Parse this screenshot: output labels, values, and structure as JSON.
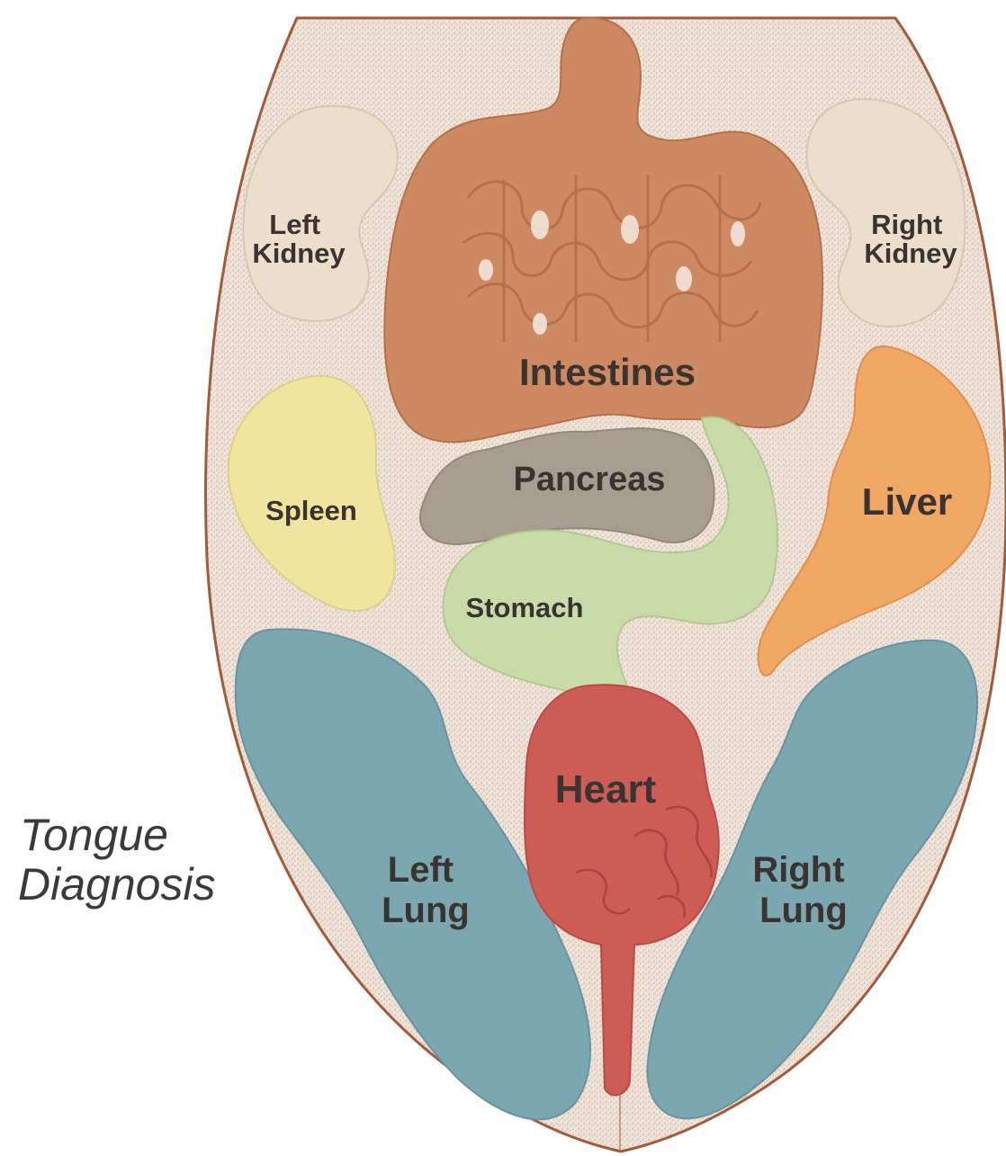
{
  "title": {
    "line1": "Tongue",
    "line2": "Diagnosis"
  },
  "labels": {
    "left_kidney": [
      "Left",
      "Kidney"
    ],
    "right_kidney": [
      "Right",
      "Kidney"
    ],
    "intestines": "Intestines",
    "pancreas": "Pancreas",
    "spleen": "Spleen",
    "liver": "Liver",
    "stomach": "Stomach",
    "heart": "Heart",
    "left_lung": [
      "Left",
      "Lung"
    ],
    "right_lung": [
      "Right",
      "Lung"
    ]
  },
  "colors": {
    "tongue_fill": "#eee1d6",
    "tongue_outline": "#a25b3a",
    "kidney": "#ebdfcc",
    "intestines": "#cd8a62",
    "intestines_dark": "#b5704a",
    "pancreas": "#a79e8f",
    "spleen": "#f0e59e",
    "liver": "#f1a865",
    "stomach": "#c8dba8",
    "heart": "#cd5c56",
    "lung": "#7aa7b0",
    "label_text": "#3a3430"
  }
}
